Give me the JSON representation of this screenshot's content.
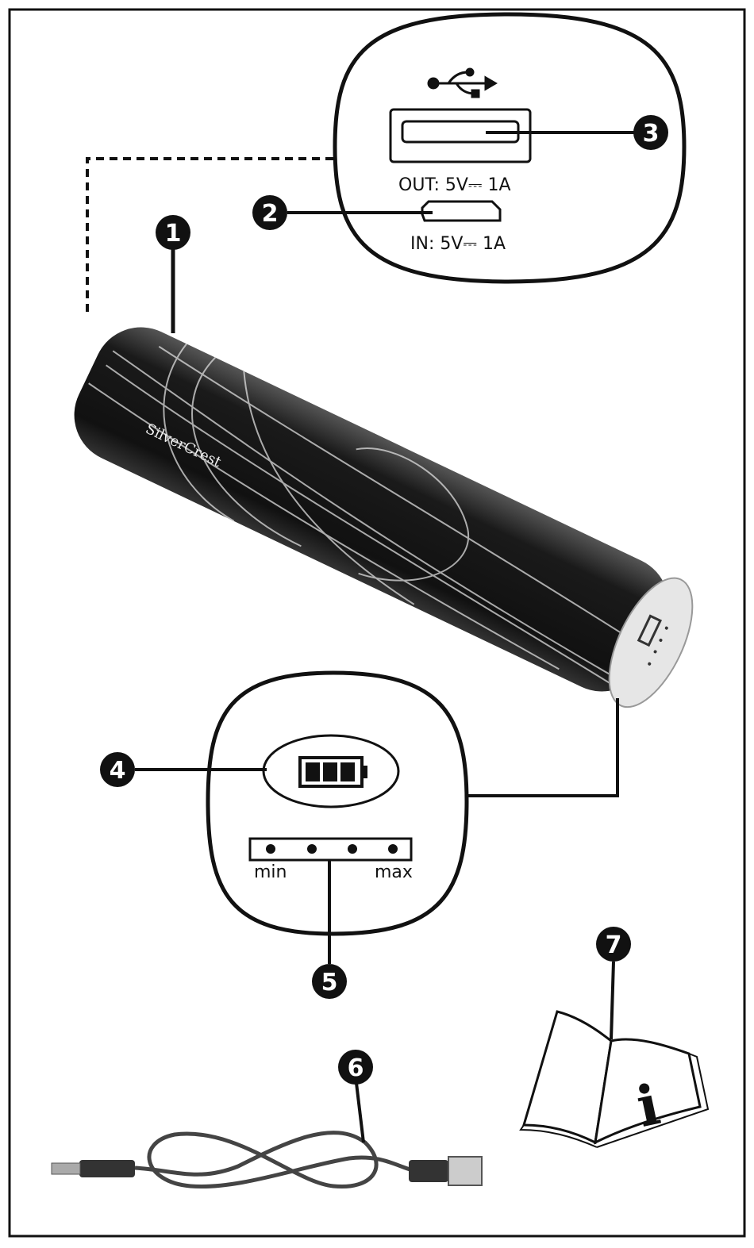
{
  "callouts": [
    "1",
    "2",
    "3",
    "4",
    "5",
    "6",
    "7"
  ],
  "ports": {
    "out_label": "OUT: 5V⎓   1A",
    "in_label": "IN: 5V⎓   1A"
  },
  "leds": {
    "min_label": "min",
    "max_label": "max",
    "count": 4
  },
  "logo_text": "SilverCrest",
  "manual_glyph": "i",
  "colors": {
    "ink": "#111111",
    "body": "#1c1c1c",
    "cap": "#e6e6e6"
  }
}
